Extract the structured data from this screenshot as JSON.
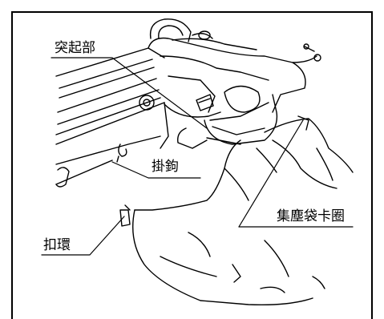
{
  "callouts": {
    "protrusion": "突起部",
    "hook": "掛鉤",
    "bag_clip": "集塵袋卡圈",
    "buckle": "扣環"
  }
}
